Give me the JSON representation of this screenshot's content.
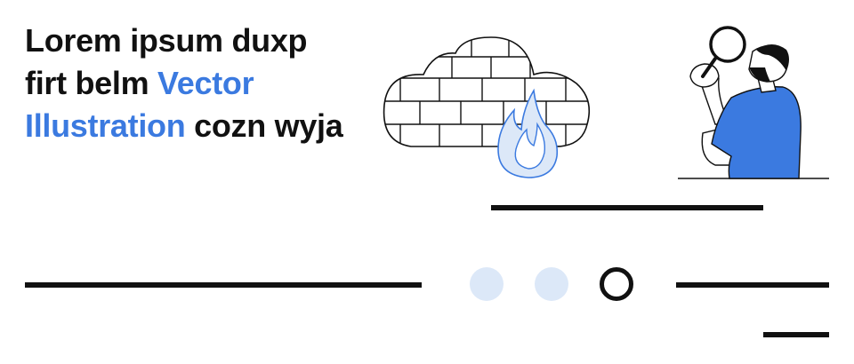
{
  "headline": {
    "part1": "Lorem ipsum duxp firt belm ",
    "highlight": "Vector Illustration",
    "part2": " cozn wyja"
  },
  "colors": {
    "text": "#111111",
    "accent": "#3b7ae0",
    "accent_light": "#dce8f8",
    "line": "#111111"
  },
  "icons": [
    "brick-cloud-firewall-icon",
    "flame-icon",
    "magnifying-glass-icon",
    "person-searching-icon",
    "carousel-dot-icon"
  ],
  "pagination": {
    "total": 3,
    "active_index": 2
  }
}
